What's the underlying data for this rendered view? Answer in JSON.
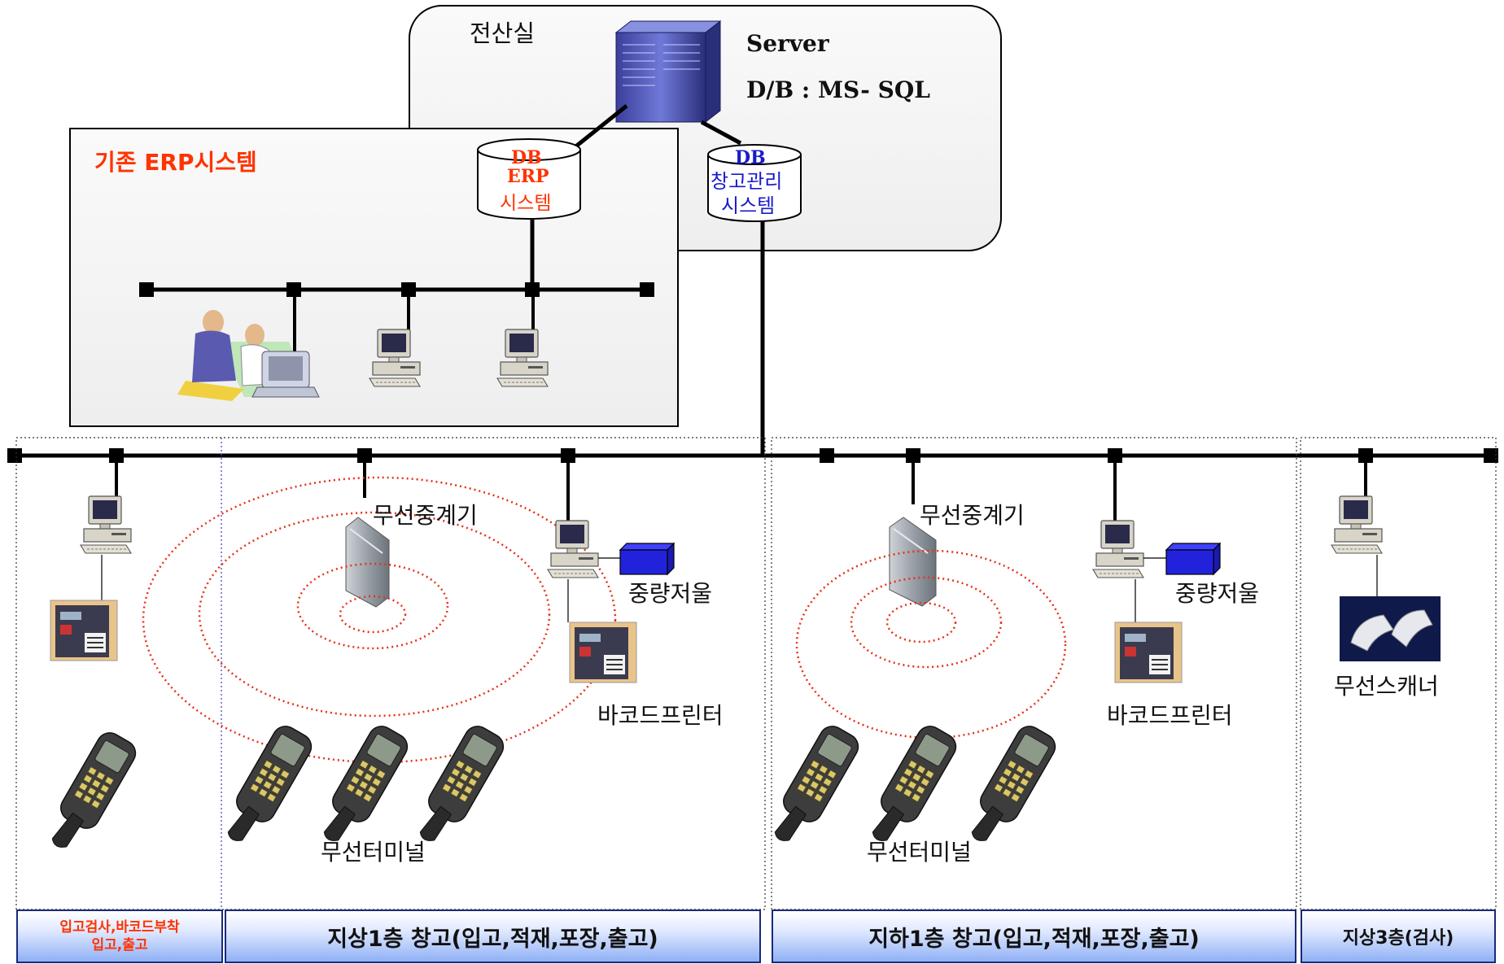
{
  "server_room": {
    "title": "전산실",
    "server_label": "Server",
    "db_label": "D/B : MS- SQL"
  },
  "erp": {
    "title": "기존 ERP시스템",
    "db_cylinder": {
      "line1": "DB",
      "line2": "ERP",
      "line3": "시스템"
    }
  },
  "wms_db": {
    "line1": "DB",
    "line2": "창고관리",
    "line3": "시스템"
  },
  "devices": {
    "relay_1": "무선중계기",
    "relay_2": "무선중계기",
    "scale_1": "중량저울",
    "scale_2": "중량저울",
    "printer_1": "바코드프린터",
    "printer_2": "바코드프린터",
    "terminal_1": "무선터미널",
    "terminal_2": "무선터미널",
    "scanner": "무선스캐너"
  },
  "zones": [
    {
      "line1": "입고검사,바코드부착",
      "line2": "입고,출고"
    },
    {
      "line1": "지상1층 창고(입고,적재,포장,출고)"
    },
    {
      "line1": "지하1층 창고(입고,적재,포장,출고)"
    },
    {
      "line1": "지상3층(검사)"
    }
  ],
  "colors": {
    "erp_red": "#ff3300",
    "wms_blue": "#1a1acc",
    "signal_red": "#e8301a",
    "zone_gradient": "#8fb0f5",
    "network_line": "#000000"
  }
}
